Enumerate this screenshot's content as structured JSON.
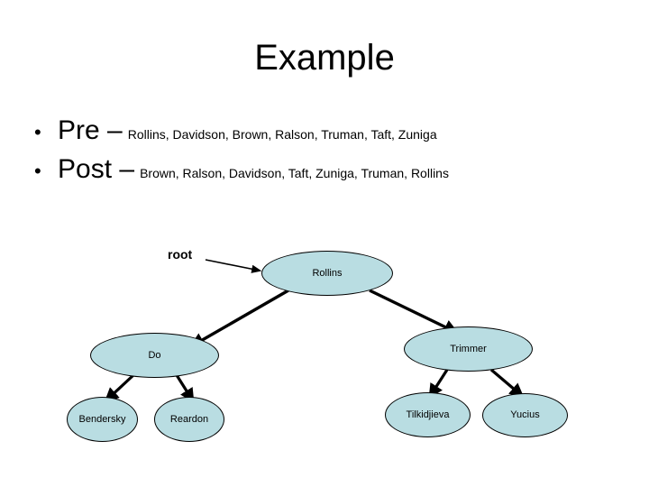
{
  "slide": {
    "title": "Example",
    "bullets": [
      {
        "marker": "•",
        "head": "Pre –",
        "items": "Rollins, Davidson, Brown, Ralson, Truman, Taft, Zuniga"
      },
      {
        "marker": "•",
        "head": "Post –",
        "items": "Brown, Ralson, Davidson, Taft, Zuniga, Truman, Rollins"
      }
    ]
  },
  "diagram": {
    "root_annotation": "root",
    "node_fill": "#b9dde2",
    "node_stroke": "#000000",
    "edge_color": "#000000",
    "nodes": [
      {
        "id": "rollins",
        "label": "Rollins"
      },
      {
        "id": "do",
        "label": "Do"
      },
      {
        "id": "trimmer",
        "label": "Trimmer"
      },
      {
        "id": "bendersky",
        "label": "Bendersky"
      },
      {
        "id": "reardon",
        "label": "Reardon"
      },
      {
        "id": "tilkidjieva",
        "label": "Tilkidjieva"
      },
      {
        "id": "yucius",
        "label": "Yucius"
      }
    ],
    "edges": [
      {
        "from": "rollins",
        "to": "do"
      },
      {
        "from": "rollins",
        "to": "trimmer"
      },
      {
        "from": "do",
        "to": "bendersky"
      },
      {
        "from": "do",
        "to": "reardon"
      },
      {
        "from": "trimmer",
        "to": "tilkidjieva"
      },
      {
        "from": "trimmer",
        "to": "yucius"
      }
    ]
  }
}
